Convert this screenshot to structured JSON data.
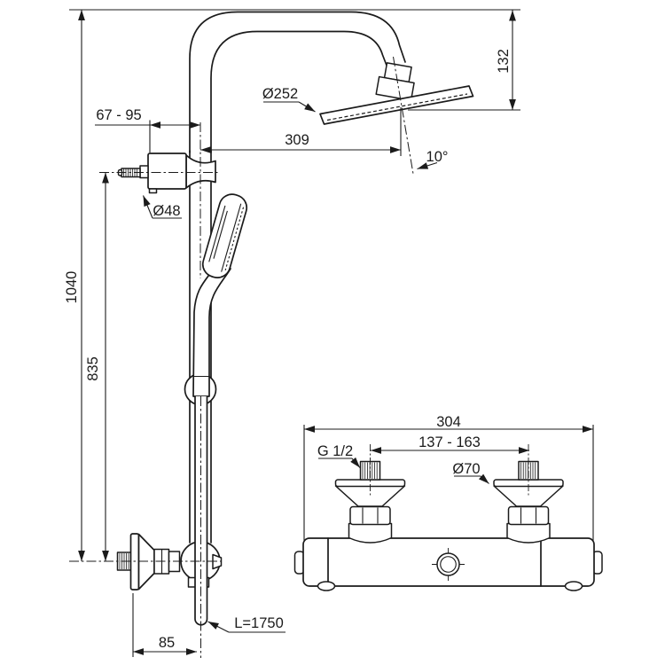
{
  "drawing": {
    "background": "#ffffff",
    "line_color": "#1b1b1b",
    "column_view": {
      "wall_offset": "67 - 95",
      "head_diameter": "Ø252",
      "head_reach": "309",
      "head_height_drop": "132",
      "head_angle": "10°",
      "bracket_diameter": "Ø48",
      "total_height": "1040",
      "bracket_to_outlet": "835",
      "outlet_wall_offset": "85",
      "hose_length": "L=1750"
    },
    "mixer_view": {
      "overall_width": "304",
      "connection_centers": "137 - 163",
      "thread_size": "G 1/2",
      "escutcheon_diameter": "Ø70"
    }
  }
}
